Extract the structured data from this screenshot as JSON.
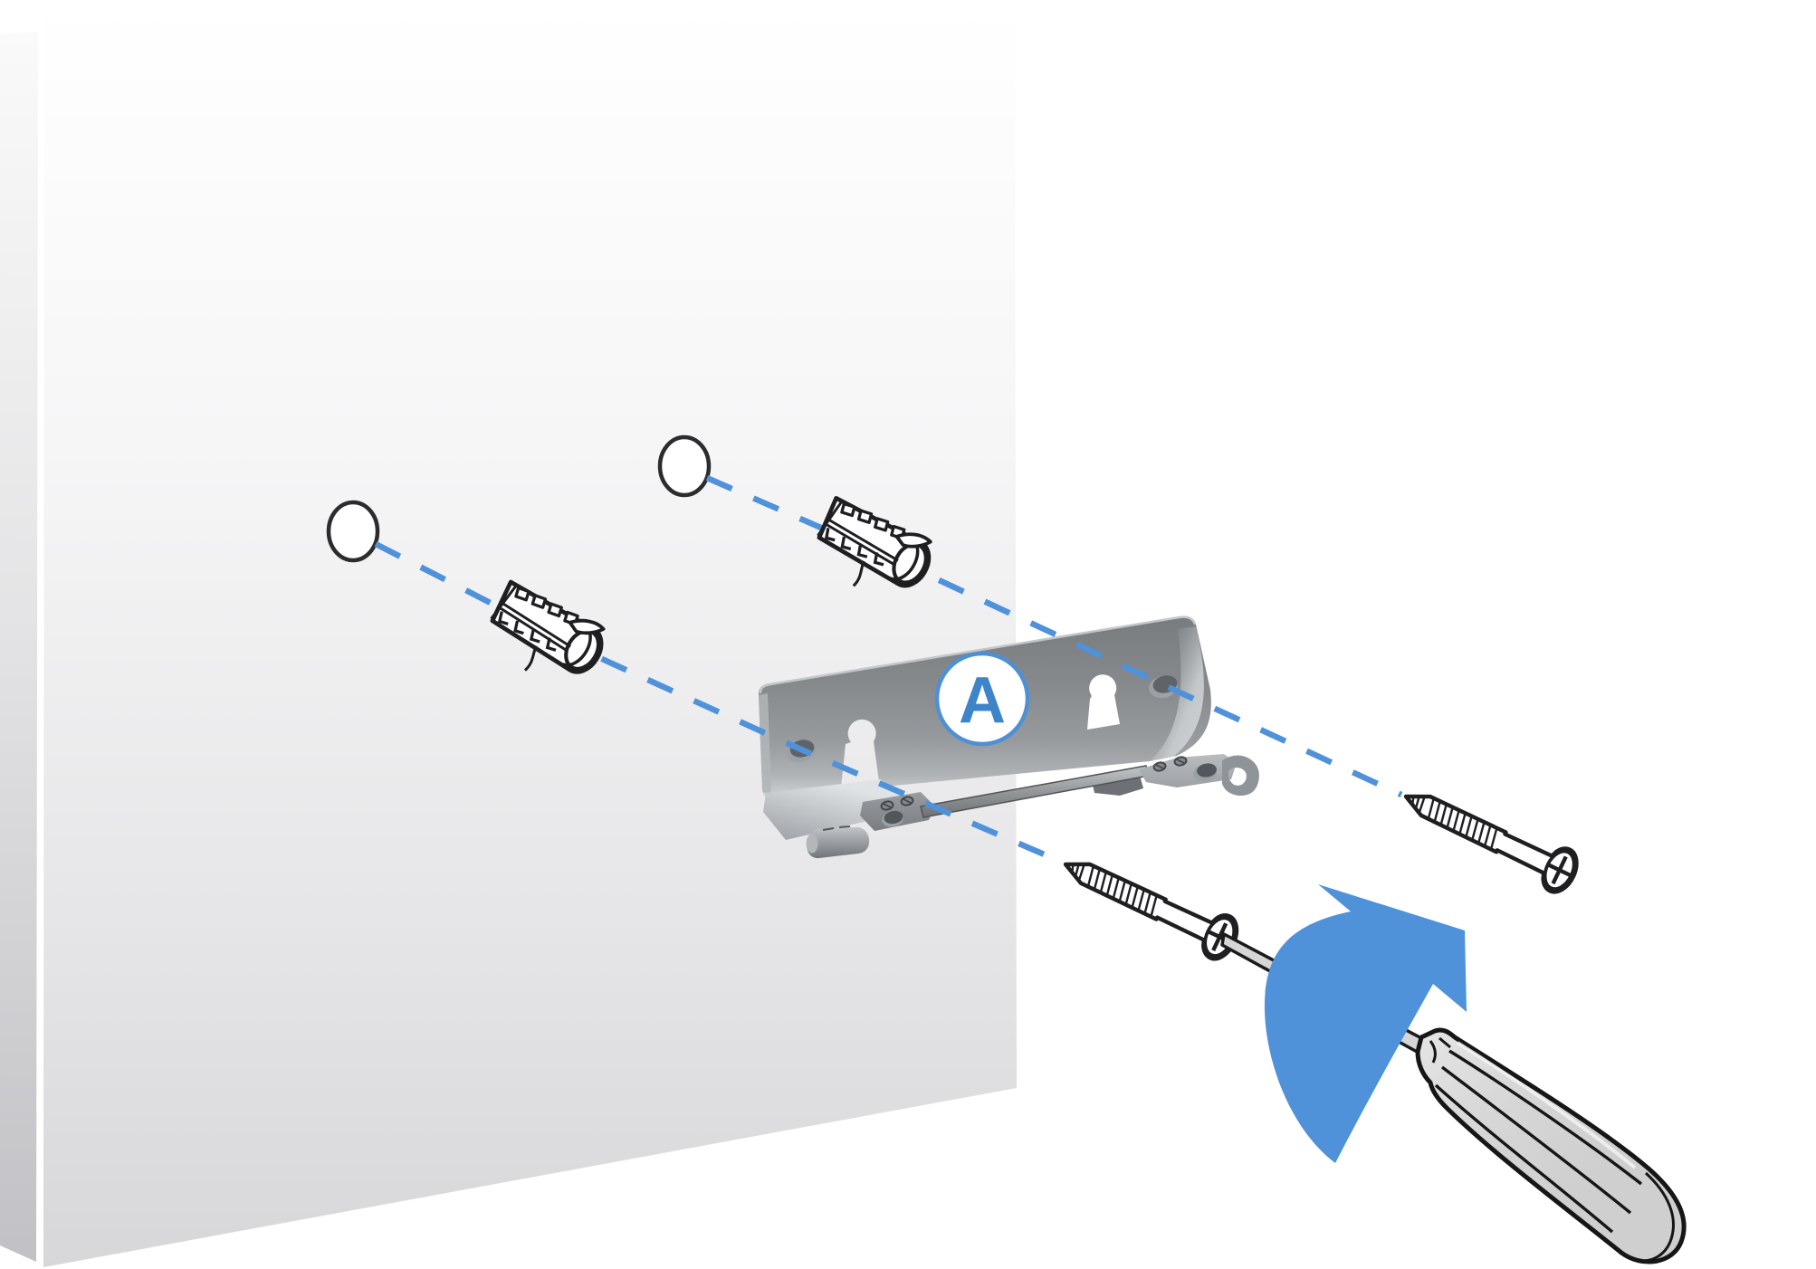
{
  "figure": {
    "kind": "wall-mount-installation-step",
    "callout": {
      "label": "A"
    },
    "counts": {
      "drill_holes": 2,
      "wall_anchors": 2,
      "screws": 2,
      "brackets": 1,
      "screwdrivers": 1
    },
    "guide_lines": {
      "style": "dashed",
      "count": 2
    },
    "colors": {
      "accent_blue": "#4f92da",
      "callout_border": "#4e90d4",
      "callout_letter": "#3d84c8",
      "outline_dark": "#1f1f22",
      "wall_top": "#ffffff",
      "wall_bottom": "#d8d8da",
      "wall_edge_bottom": "#c2c2c6",
      "bracket_dark": "#7b7e81",
      "bracket_light": "#d2d5d7"
    },
    "parts": [
      "wall-panel",
      "wall-edge",
      "drill-hole-left",
      "drill-hole-right",
      "wall-anchor-left",
      "wall-anchor-right",
      "mounting-bracket",
      "screw-left",
      "screw-right",
      "screwdriver",
      "rotation-arrow",
      "callout-a-badge"
    ]
  }
}
